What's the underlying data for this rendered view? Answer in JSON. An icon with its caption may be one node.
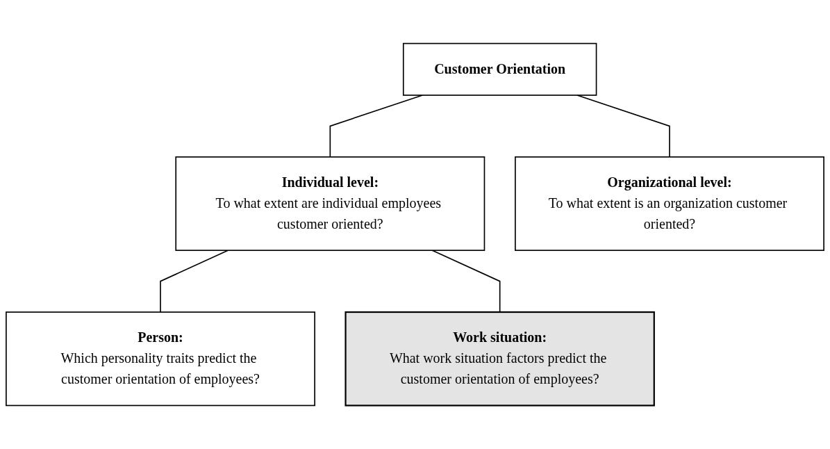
{
  "diagram": {
    "nodes": [
      {
        "text": [
          "Customer Orientation"
        ]
      },
      {
        "text": [
          "Individual level:",
          "To what extent are individual employees customer oriented?"
        ]
      },
      {
        "text": [
          "Organizational level:",
          "To what extent is an organization customer oriented?"
        ]
      },
      {
        "text": [
          "Person:",
          "Which personality traits predict the customer orientation of employees?"
        ]
      },
      {
        "text": [
          "Work situation:",
          "What work situation factors predict the customer orientation of employees?"
        ]
      }
    ],
    "edges": [
      {
        "from": 0,
        "to": 1,
        "arrow": "none"
      },
      {
        "from": 0,
        "to": 2,
        "arrow": "none"
      },
      {
        "from": 1,
        "to": 3,
        "arrow": "none"
      },
      {
        "from": 1,
        "to": 4,
        "arrow": "none"
      }
    ]
  }
}
